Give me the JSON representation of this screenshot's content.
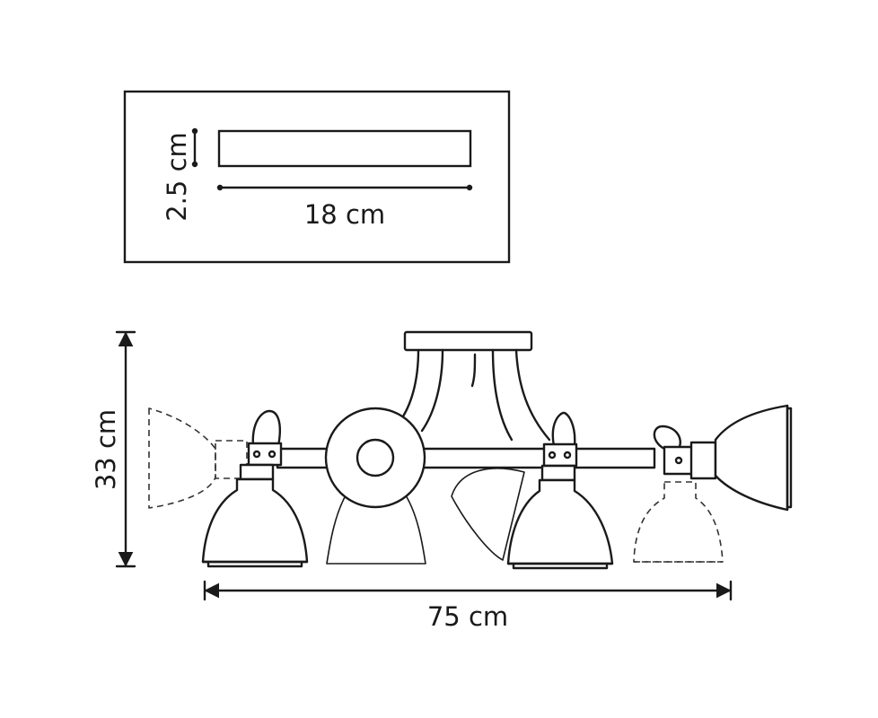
{
  "base_plate": {
    "height_label": "2.5 cm",
    "width_label": "18 cm"
  },
  "fixture": {
    "height_label": "33 cm",
    "width_label": "75 cm"
  }
}
